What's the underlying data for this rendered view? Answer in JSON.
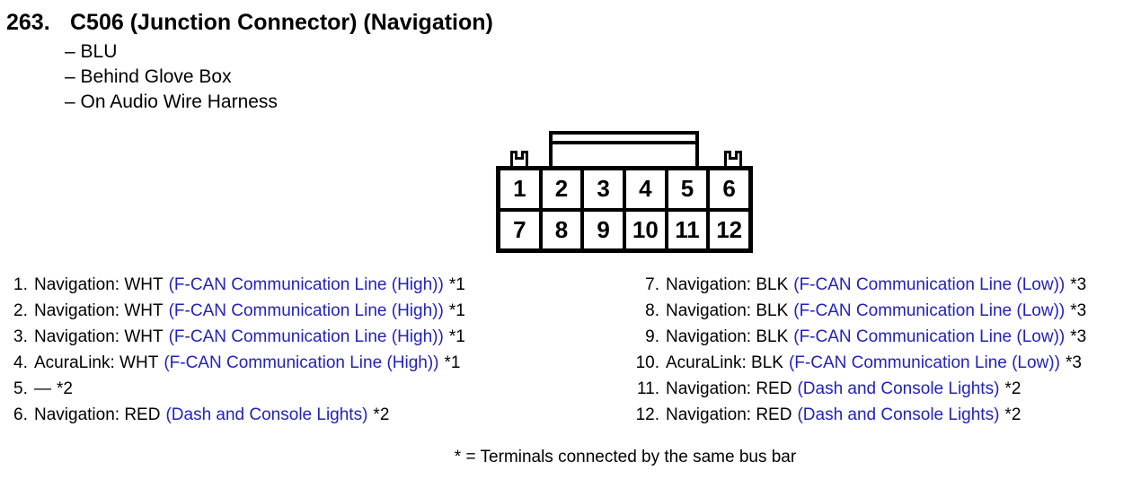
{
  "header": {
    "number": "263.",
    "title": "C506 (Junction Connector) (Navigation)",
    "details": [
      "– BLU",
      "– Behind Glove Box",
      "– On Audio Wire Harness"
    ]
  },
  "connector": {
    "top_row": [
      "1",
      "2",
      "3",
      "4",
      "5",
      "6"
    ],
    "bottom_row": [
      "7",
      "8",
      "9",
      "10",
      "11",
      "12"
    ]
  },
  "pins": {
    "left": [
      {
        "num": "1.",
        "label": "Navigation: WHT",
        "signal": "(F-CAN Communication Line (High))",
        "note": "*1"
      },
      {
        "num": "2.",
        "label": "Navigation: WHT",
        "signal": "(F-CAN Communication Line (High))",
        "note": "*1"
      },
      {
        "num": "3.",
        "label": "Navigation: WHT",
        "signal": "(F-CAN Communication Line (High))",
        "note": "*1"
      },
      {
        "num": "4.",
        "label": "AcuraLink: WHT",
        "signal": "(F-CAN Communication Line (High))",
        "note": "*1"
      },
      {
        "num": "5.",
        "label": "—",
        "signal": "",
        "note": "*2"
      },
      {
        "num": "6.",
        "label": "Navigation: RED",
        "signal": "(Dash and Console Lights)",
        "note": "*2"
      }
    ],
    "right": [
      {
        "num": "7.",
        "label": "Navigation: BLK",
        "signal": "(F-CAN Communication Line (Low))",
        "note": "*3"
      },
      {
        "num": "8.",
        "label": "Navigation: BLK",
        "signal": "(F-CAN Communication Line (Low))",
        "note": "*3"
      },
      {
        "num": "9.",
        "label": "Navigation: BLK",
        "signal": "(F-CAN Communication Line (Low))",
        "note": "*3"
      },
      {
        "num": "10.",
        "label": "AcuraLink: BLK",
        "signal": "(F-CAN Communication Line (Low))",
        "note": "*3"
      },
      {
        "num": "11.",
        "label": "Navigation: RED",
        "signal": "(Dash and Console Lights)",
        "note": "*2"
      },
      {
        "num": "12.",
        "label": "Navigation: RED",
        "signal": "(Dash and Console Lights)",
        "note": "*2"
      }
    ]
  },
  "footnote": "* = Terminals connected by the same bus bar",
  "colors": {
    "signal_blue": "#2222bb",
    "text": "#000000",
    "background": "#ffffff"
  }
}
